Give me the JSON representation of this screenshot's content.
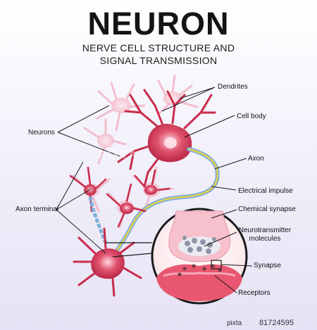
{
  "header": {
    "title": "NEURON",
    "subtitle_line1": "NERVE CELL STRUCTURE AND",
    "subtitle_line2": "SIGNAL TRANSMISSION"
  },
  "labels": {
    "dendrites": "Dendrites",
    "cell_body": "Cell body",
    "neurons": "Neurons",
    "axon": "Axon",
    "electrical_impulse": "Electrical impulse",
    "axon_terminal": "Axon terminal",
    "chemical_synapse": "Chemical synapse",
    "neurotransmitter_line1": "Neurotransmitter",
    "neurotransmitter_line2": "molecules",
    "synapse": "Synapse",
    "receptors": "Receptors"
  },
  "footer": {
    "site_mark": "pixta",
    "id_number": "81724595"
  },
  "watermark": "PIXTA",
  "colors": {
    "neuron_fill": "#d63a5a",
    "neuron_light": "#f4b3c1",
    "axon_blue": "#7fb0d8",
    "axon_yellow": "#f3d23a",
    "synapse_bg": "#fde4e6"
  }
}
